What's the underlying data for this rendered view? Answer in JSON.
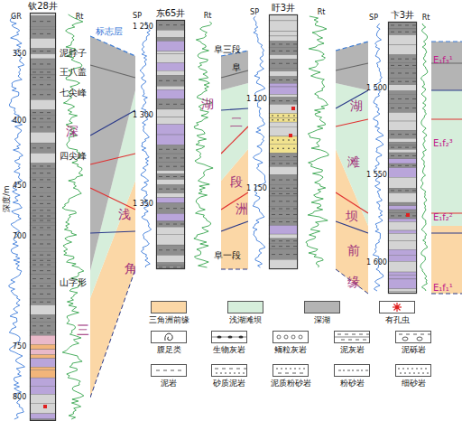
{
  "diagram": {
    "nodes": [
      {
        "text": [
          "钦28井"
        ]
      },
      {
        "text": [
          "东65井"
        ]
      },
      {
        "text": [
          "盱3井"
        ]
      },
      {
        "text": [
          "卞3井"
        ]
      }
    ],
    "labels": [
      "GR",
      "Rt",
      "SP",
      "Rt",
      "SP",
      "Rt",
      "SP",
      "Rt",
      "深度/m",
      "350",
      "400",
      "450",
      "700",
      "750",
      "800",
      "1 250",
      "1 300",
      "1 350",
      "1 100",
      "1 150",
      "1 500",
      "1 550",
      "1 600",
      "标志层",
      "泥脖子",
      "王八盖",
      "七尖峰",
      "四尖峰",
      "山字形",
      "阜三段",
      "阜",
      "二",
      "段",
      "阜一段",
      "深",
      "浅",
      "角",
      "三",
      "湖",
      "洲",
      "湖",
      "滩",
      "坝",
      "前",
      "缘",
      "E₁f₃¹",
      "E₁f₂³",
      "E₁f₂²",
      "E₁f₁¹"
    ],
    "legend": [
      {
        "text": "三角洲前缘",
        "color": "#fbd7a6"
      },
      {
        "text": "浅湖滩坝",
        "color": "#d6eedb"
      },
      {
        "text": "深湖",
        "color": "#b4b4b4"
      },
      {
        "text": "有孔虫"
      },
      {
        "text": "腹足类"
      },
      {
        "text": "生物灰岩"
      },
      {
        "text": "鲕粒灰岩"
      },
      {
        "text": "泥灰岩"
      },
      {
        "text": "泥砾岩"
      },
      {
        "text": "泥岩"
      },
      {
        "text": "砂质泥岩"
      },
      {
        "text": "泥质粉砂岩"
      },
      {
        "text": "粉砂岩"
      },
      {
        "text": "细砂岩"
      }
    ]
  }
}
